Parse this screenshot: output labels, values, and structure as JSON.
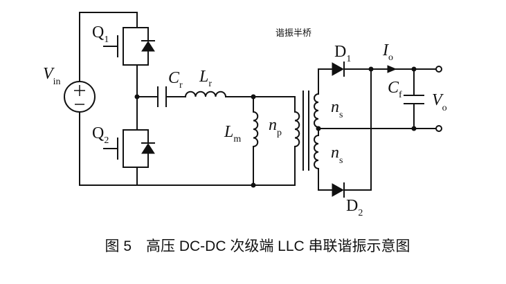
{
  "labels": {
    "vin": {
      "main": "V",
      "sub": "in"
    },
    "q1": {
      "main": "Q",
      "sub": "1"
    },
    "q2": {
      "main": "Q",
      "sub": "2"
    },
    "cr": {
      "main": "C",
      "sub": "r"
    },
    "lr": {
      "main": "L",
      "sub": "r"
    },
    "lm": {
      "main": "L",
      "sub": "m"
    },
    "np": {
      "main": "n",
      "sub": "p"
    },
    "ns_top": {
      "main": "n",
      "sub": "s"
    },
    "ns_bottom": {
      "main": "n",
      "sub": "s"
    },
    "d1": {
      "main": "D",
      "sub": "1"
    },
    "d2": {
      "main": "D",
      "sub": "2"
    },
    "io": {
      "main": "I",
      "sub": "o"
    },
    "cf": {
      "main": "C",
      "sub": "f"
    },
    "vo": {
      "main": "V",
      "sub": "o"
    }
  },
  "annotation": "谐振半桥",
  "caption": "图 5　高压 DC-DC 次级端 LLC 串联谐振示意图"
}
